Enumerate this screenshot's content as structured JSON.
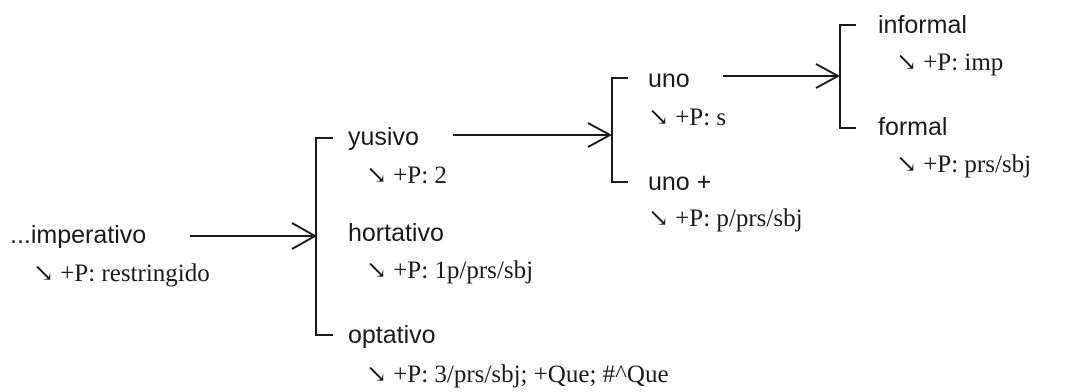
{
  "root": {
    "label": "...imperativo",
    "feature": "↘ +P: restringido"
  },
  "level1": {
    "yusivo": {
      "label": "yusivo",
      "feature": "↘ +P: 2"
    },
    "hortativo": {
      "label": "hortativo",
      "feature": "↘ +P: 1p/prs/sbj"
    },
    "optativo": {
      "label": "optativo",
      "feature": "↘ +P: 3/prs/sbj; +Que; #^Que"
    }
  },
  "level2": {
    "uno": {
      "label": "uno",
      "feature": "↘ +P: s"
    },
    "uno_plus": {
      "label": "uno +",
      "feature": "↘ +P: p/prs/sbj"
    }
  },
  "level3": {
    "informal": {
      "label": "informal",
      "feature": "↘ +P: imp"
    },
    "formal": {
      "label": "formal",
      "feature": "↘ +P: prs/sbj"
    }
  }
}
